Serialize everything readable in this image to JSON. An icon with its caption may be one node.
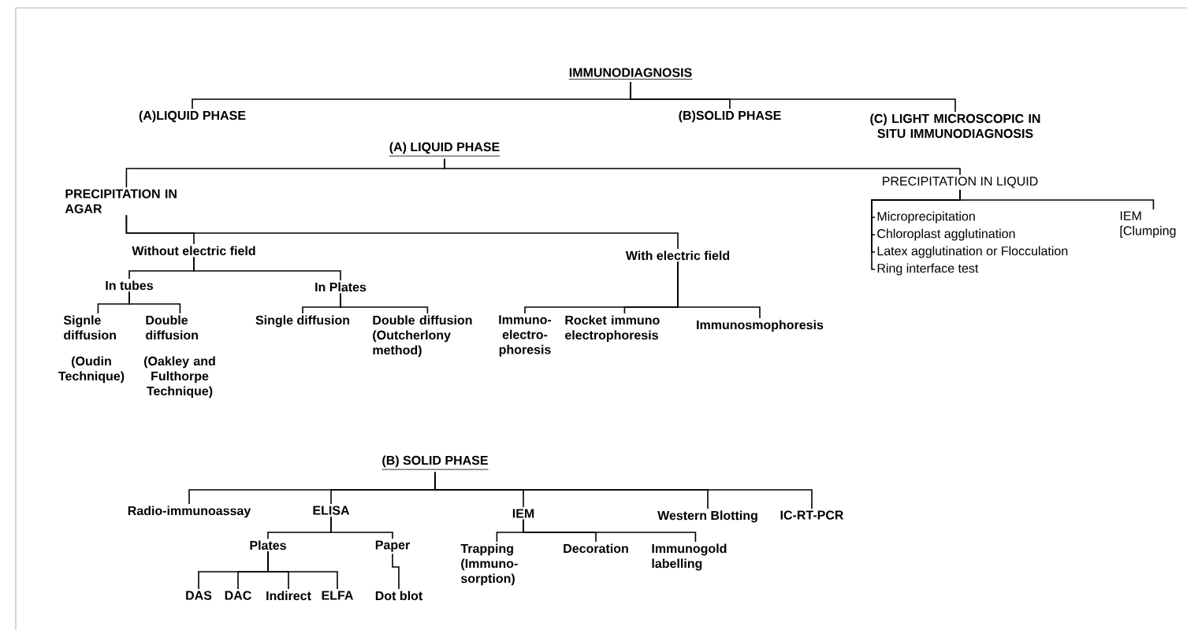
{
  "diagram": {
    "nodes": [
      {
        "text": [
          "IMMUNODIAGNOSIS"
        ]
      },
      {
        "text": [
          "(A)LIQUID PHASE"
        ]
      },
      {
        "text": [
          "(B)SOLID PHASE"
        ]
      },
      {
        "text": [
          "(C) LIGHT MICROSCOPIC IN SITU IMMUNODIAGNOSIS"
        ]
      },
      {
        "text": [
          "(A) LIQUID PHASE"
        ]
      },
      {
        "text": [
          "PRECIPITATION IN AGAR"
        ]
      },
      {
        "text": [
          "PRECIPITATION IN LIQUID"
        ]
      },
      {
        "text": [
          "Without electric field"
        ]
      },
      {
        "text": [
          "With electric field"
        ]
      },
      {
        "text": [
          "In tubes"
        ]
      },
      {
        "text": [
          "In Plates"
        ]
      },
      {
        "text": [
          "Signle diffusion"
        ],
        "beside": [
          "(Oudin Technique)"
        ]
      },
      {
        "text": [
          "Double diffusion"
        ],
        "beside": [
          "(Oakley and Fulthorpe Technique)"
        ]
      },
      {
        "text": [
          "Single diffusion"
        ]
      },
      {
        "text": [
          "Double diffusion (Outcherlony method)"
        ]
      },
      {
        "text": [
          "Immuno- electro- phoresis"
        ]
      },
      {
        "text": [
          "Rocket immuno electrophoresis"
        ]
      },
      {
        "text": [
          "Immunosmophoresis"
        ]
      },
      {
        "text": [
          "Microprecipitation"
        ]
      },
      {
        "text": [
          "Chloroplast agglutination"
        ]
      },
      {
        "text": [
          "Latex agglutination or Flocculation"
        ]
      },
      {
        "text": [
          "Ring interface test"
        ]
      },
      {
        "text": [
          "IEM [Clumping"
        ]
      },
      {
        "text": [
          "(B) SOLID PHASE"
        ]
      },
      {
        "text": [
          "Radio-immunoassay"
        ]
      },
      {
        "text": [
          "ELISA"
        ]
      },
      {
        "text": [
          "IEM"
        ]
      },
      {
        "text": [
          "Western Blotting"
        ]
      },
      {
        "text": [
          "IC-RT-PCR"
        ]
      },
      {
        "text": [
          "Plates"
        ]
      },
      {
        "text": [
          "Paper"
        ]
      },
      {
        "text": [
          "DAS"
        ]
      },
      {
        "text": [
          "DAC"
        ]
      },
      {
        "text": [
          "Indirect"
        ]
      },
      {
        "text": [
          "ELFA"
        ]
      },
      {
        "text": [
          "Dot blot"
        ]
      },
      {
        "text": [
          "Trapping (Immuno- sorption)"
        ]
      },
      {
        "text": [
          "Decoration"
        ]
      },
      {
        "text": [
          "Immunogold labelling"
        ]
      }
    ],
    "edges": [
      {
        "from": 0,
        "to": 1,
        "arrow": "none"
      },
      {
        "from": 0,
        "to": 2,
        "arrow": "none"
      },
      {
        "from": 0,
        "to": 3,
        "arrow": "none"
      },
      {
        "from": 4,
        "to": 5,
        "arrow": "none"
      },
      {
        "from": 4,
        "to": 6,
        "arrow": "none"
      },
      {
        "from": 5,
        "to": 7,
        "arrow": "none"
      },
      {
        "from": 5,
        "to": 8,
        "arrow": "none"
      },
      {
        "from": 7,
        "to": 9,
        "arrow": "none"
      },
      {
        "from": 7,
        "to": 10,
        "arrow": "none"
      },
      {
        "from": 9,
        "to": 11,
        "arrow": "none"
      },
      {
        "from": 9,
        "to": 12,
        "arrow": "none"
      },
      {
        "from": 10,
        "to": 13,
        "arrow": "none"
      },
      {
        "from": 10,
        "to": 14,
        "arrow": "none"
      },
      {
        "from": 8,
        "to": 15,
        "arrow": "none"
      },
      {
        "from": 8,
        "to": 16,
        "arrow": "none"
      },
      {
        "from": 8,
        "to": 17,
        "arrow": "none"
      },
      {
        "from": 6,
        "to": 18,
        "arrow": "none"
      },
      {
        "from": 6,
        "to": 19,
        "arrow": "none"
      },
      {
        "from": 6,
        "to": 20,
        "arrow": "none"
      },
      {
        "from": 6,
        "to": 21,
        "arrow": "none"
      },
      {
        "from": 6,
        "to": 22,
        "arrow": "none"
      },
      {
        "from": 23,
        "to": 24,
        "arrow": "none"
      },
      {
        "from": 23,
        "to": 25,
        "arrow": "none"
      },
      {
        "from": 23,
        "to": 26,
        "arrow": "none"
      },
      {
        "from": 23,
        "to": 27,
        "arrow": "none"
      },
      {
        "from": 23,
        "to": 28,
        "arrow": "none"
      },
      {
        "from": 25,
        "to": 29,
        "arrow": "none"
      },
      {
        "from": 25,
        "to": 30,
        "arrow": "none"
      },
      {
        "from": 29,
        "to": 31,
        "arrow": "none"
      },
      {
        "from": 29,
        "to": 32,
        "arrow": "none"
      },
      {
        "from": 29,
        "to": 33,
        "arrow": "none"
      },
      {
        "from": 29,
        "to": 34,
        "arrow": "none"
      },
      {
        "from": 30,
        "to": 35,
        "arrow": "none"
      },
      {
        "from": 26,
        "to": 36,
        "arrow": "none"
      },
      {
        "from": 26,
        "to": 37,
        "arrow": "none"
      },
      {
        "from": 26,
        "to": 38,
        "arrow": "none"
      }
    ]
  }
}
